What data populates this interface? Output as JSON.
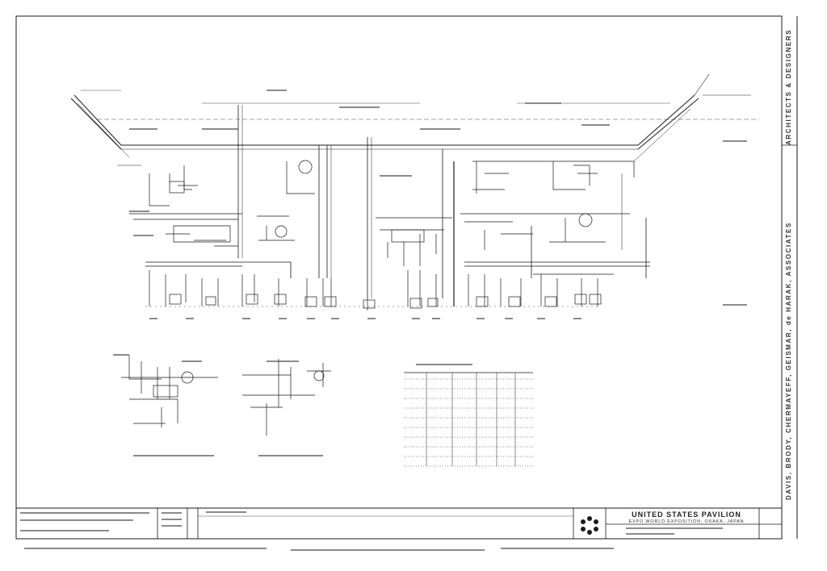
{
  "side_labels": {
    "upper": "ARCHITECTS & DESIGNERS",
    "lower": "DAVIS, BRODY, CHERMAYEFF, GEISMAR, de HARAK, ASSOCIATES"
  },
  "title_block": {
    "project_title": "UNITED STATES PAVILION",
    "project_subtitle": "EXPO WORLD EXPOSITION, OSAKA, JAPAN"
  },
  "colors": {
    "ink": "#1a1a1a",
    "paper": "#ffffff"
  },
  "icons": {
    "logo": "flower-logo-icon"
  }
}
